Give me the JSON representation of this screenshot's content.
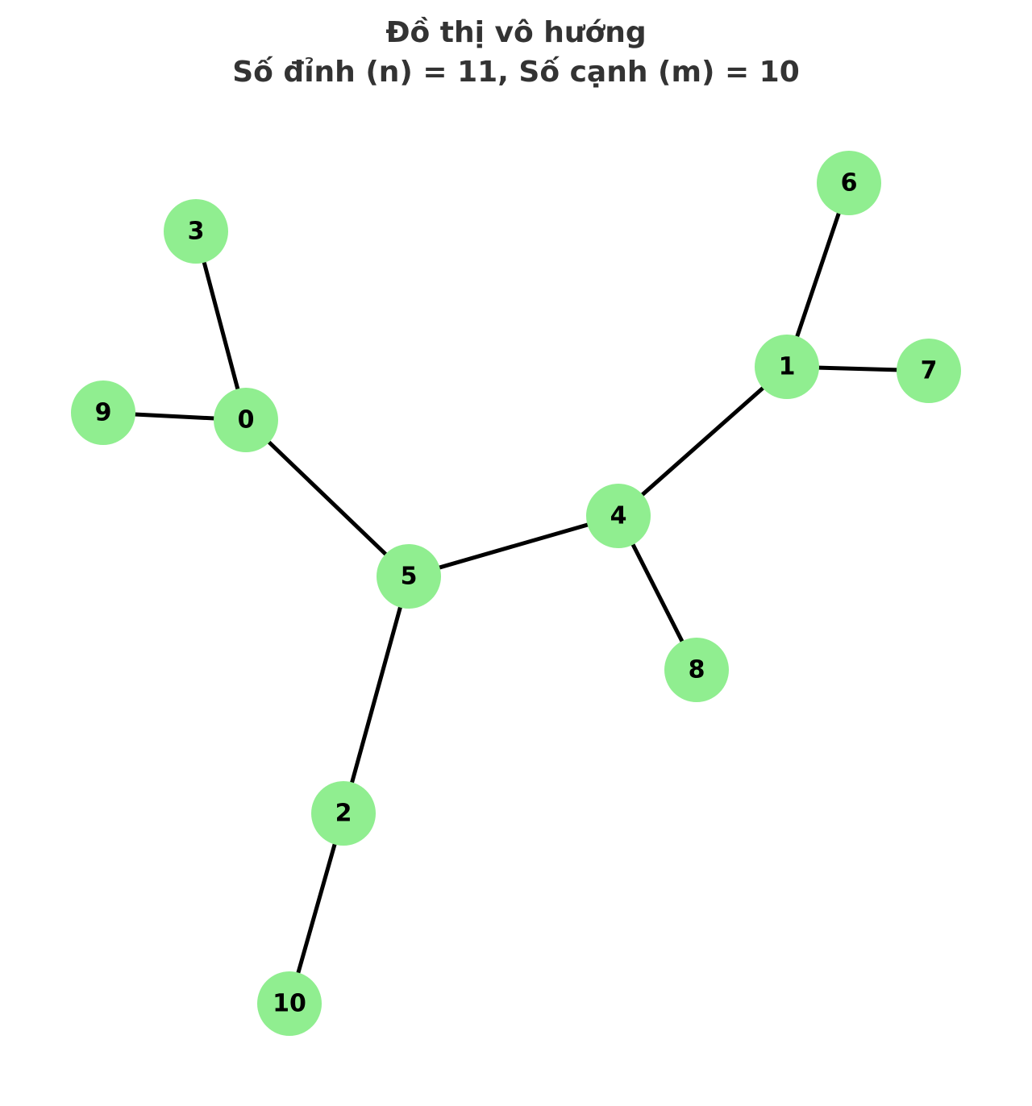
{
  "title": {
    "line1": "Đồ thị vô hướng",
    "line2": "Số đỉnh (n) = 11, Số cạnh (m) = 10"
  },
  "colors": {
    "node_fill": "#90ee90",
    "edge": "#000000",
    "title": "#333333",
    "label": "#000000"
  },
  "graph": {
    "directed": false,
    "nodes": [
      "0",
      "1",
      "2",
      "3",
      "4",
      "5",
      "6",
      "7",
      "8",
      "9",
      "10"
    ],
    "edges": [
      [
        "0",
        "3"
      ],
      [
        "0",
        "9"
      ],
      [
        "0",
        "5"
      ],
      [
        "5",
        "4"
      ],
      [
        "5",
        "2"
      ],
      [
        "2",
        "10"
      ],
      [
        "4",
        "1"
      ],
      [
        "4",
        "8"
      ],
      [
        "1",
        "6"
      ],
      [
        "1",
        "7"
      ]
    ]
  }
}
